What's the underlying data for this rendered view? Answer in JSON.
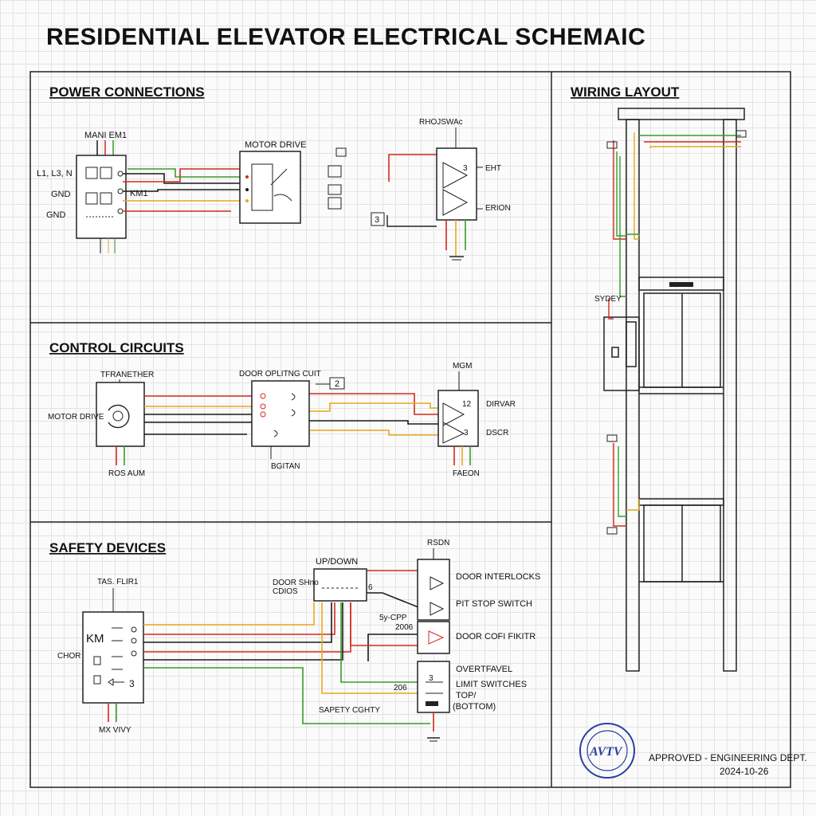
{
  "title": "RESIDENTIAL ELEVATOR ELECTRICAL SCHEMAIC",
  "power": {
    "heading": "POWER CONNECTIONS",
    "main_label": "MANI  EM1",
    "l_label": "L1, L3, N",
    "gnd1": "GND",
    "gnd2": "GND",
    "km1": "KM1",
    "motor_drive": "MOTOR DRIVE",
    "box_top_label": "RHOJSWAc",
    "out1": "EHT",
    "out2": "ERION",
    "tag3": "3"
  },
  "control": {
    "heading": "CONTROL CIRCUITS",
    "transformer": "TFRANETHER",
    "motor_drive": "MOTOR DRIVE",
    "door_op": "DOOR OPLITNG CUIT",
    "tag2": "2",
    "mgm": "MGM",
    "dirvar": "DIRVAR",
    "dscr": "DSCR",
    "n12": "12",
    "n3": "3",
    "ros_aum": "ROS AUM",
    "bgitan": "BGITAN",
    "faeon": "FAEON"
  },
  "safety": {
    "heading": "SAFETY DEVICES",
    "up_down": "UP/DOWN",
    "rsdn": "RSDN",
    "door_sw": "DOOR SHno",
    "cdios": "CDIOS",
    "tas_flir": "TAS. FLIR1",
    "chor": "CHOR",
    "km": "KM",
    "n3": "3",
    "door_interlocks": "DOOR INTERLOCKS",
    "pit_stop": "PIT STOP SWITCH",
    "door_cofi": "DOOR COFI FIKITR",
    "overtravel": "OVERTFAVEL",
    "limit_switches": "LIMIT SWITCHES",
    "top": "TOP/",
    "bottom": "(BOTTOM)",
    "safety_cghty": "SAPETY CGHTY",
    "mxvivy": "MX VIVY",
    "n206a": "2006",
    "n206b": "206",
    "n3b": "3",
    "s6": "6"
  },
  "wiring": {
    "heading": "WIRING LAYOUT",
    "sydey": "SYDEY"
  },
  "approval": {
    "text": "APPROVED - ENGINEERING DEPT.",
    "date": "2024-10-26",
    "stamp_text": "AVTV"
  },
  "colors": {
    "red": "#d42a1f",
    "green": "#3a9a2a",
    "yellow": "#e8a720",
    "black": "#1a1a1a",
    "stamp": "#2b3fa0"
  }
}
